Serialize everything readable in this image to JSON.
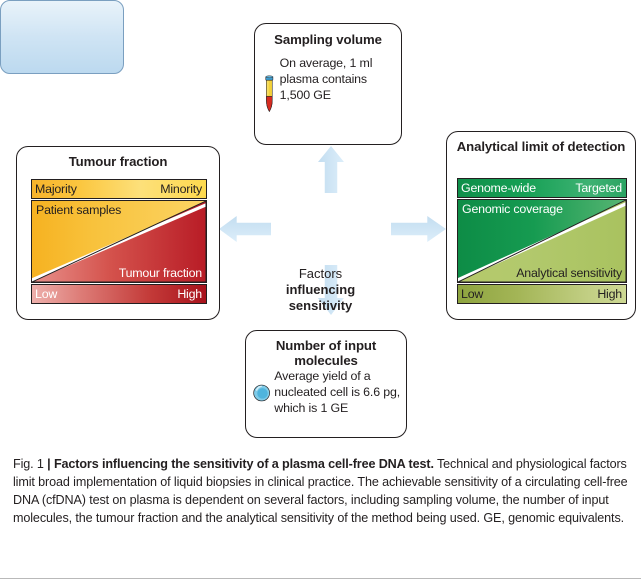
{
  "figure": {
    "center": {
      "line1": "Factors",
      "line2": "influencing",
      "line3": "sensitivity"
    },
    "sampling_volume": {
      "title": "Sampling volume",
      "body": "On average, 1 ml plasma contains 1,500 GE",
      "icon": "blood-collection-tube-icon"
    },
    "input_molecules": {
      "title": "Number of input molecules",
      "body": "Average yield of a nucleated cell is 6.6 pg, which is 1 GE",
      "icon": "nucleated-cell-icon"
    },
    "tumour_fraction": {
      "title": "Tumour fraction",
      "top_bar": {
        "left_label": "Majority",
        "right_label": "Minority"
      },
      "triangle": {
        "upper_label": "Patient samples",
        "lower_label": "Tumour fraction"
      },
      "bottom_bar": {
        "left_label": "Low",
        "right_label": "High"
      }
    },
    "analytical_limit": {
      "title": "Analytical limit of detection",
      "top_bar": {
        "left_label": "Genome-wide",
        "right_label": "Targeted"
      },
      "triangle": {
        "upper_label": "Genomic coverage",
        "lower_label": "Analytical sensitivity"
      },
      "bottom_bar": {
        "left_label": "Low",
        "right_label": "High"
      }
    },
    "arrows": {
      "up": "arrow-up-icon",
      "down": "arrow-down-icon",
      "left": "arrow-left-icon",
      "right": "arrow-right-icon"
    }
  },
  "caption": {
    "figure_number": "Fig. 1 ",
    "separator": "|",
    "bold_title": " Factors influencing the sensitivity of a plasma cell-free DNA test.",
    "rest": " Technical and physiological factors limit broad implementation of liquid biopsies in clinical practice. The achievable sensitivity of a circulating cell-free DNA (cfDNA) test on plasma is dependent on several factors, including sampling volume, the number of input molecules, the tumour fraction and the analytical sensitivity of the method being used. GE, genomic equivalents."
  },
  "colors": {
    "arrow_blue": "#cfe4f3",
    "center_box_border": "#7a9fc0",
    "tumour_orange": "#f6b221",
    "tumour_red": "#b81c26",
    "analytical_green": "#0d8c46",
    "analytical_olive": "#b2c96d",
    "outline": "#231f20"
  }
}
